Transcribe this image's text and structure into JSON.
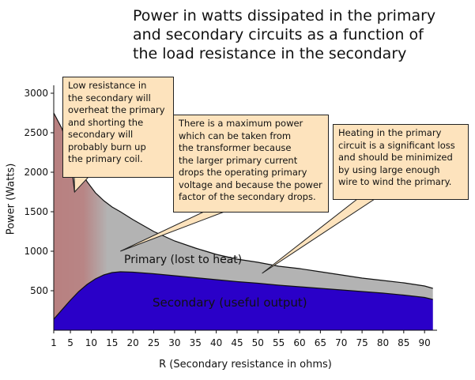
{
  "chart_data": {
    "type": "area",
    "title_lines": [
      "Power in watts dissipated in the primary",
      "and secondary circuits as a function of",
      "the load resistance in the secondary"
    ],
    "xlabel": "R (Secondary resistance in ohms)",
    "ylabel": "Power (Watts)",
    "xlim": [
      1,
      93
    ],
    "ylim": [
      0,
      3100
    ],
    "x_ticks": [
      1,
      5,
      10,
      15,
      20,
      25,
      30,
      35,
      40,
      45,
      50,
      55,
      60,
      65,
      70,
      75,
      80,
      85,
      90
    ],
    "y_ticks": [
      500,
      1000,
      1500,
      2000,
      2500,
      3000
    ],
    "series": [
      {
        "name": "Primary (lost to heat)",
        "color": "#b3b3b3",
        "x": [
          1,
          3,
          5,
          6,
          7,
          9,
          11,
          13,
          15,
          17,
          20,
          25,
          30,
          35,
          40,
          45,
          50,
          55,
          60,
          65,
          70,
          75,
          80,
          85,
          90,
          92
        ],
        "values": [
          2750,
          2550,
          2200,
          1750,
          2050,
          1880,
          1740,
          1640,
          1560,
          1500,
          1400,
          1250,
          1130,
          1040,
          960,
          900,
          860,
          810,
          780,
          740,
          700,
          660,
          630,
          600,
          560,
          530
        ]
      },
      {
        "name": "Secondary (useful output)",
        "color": "#2a00c8",
        "x": [
          1,
          3,
          5,
          7,
          9,
          11,
          13,
          15,
          17,
          20,
          25,
          30,
          35,
          40,
          45,
          50,
          55,
          60,
          65,
          70,
          75,
          80,
          85,
          90,
          92
        ],
        "values": [
          140,
          260,
          380,
          490,
          580,
          650,
          700,
          730,
          740,
          735,
          715,
          690,
          665,
          640,
          615,
          595,
          570,
          550,
          530,
          510,
          490,
          470,
          445,
          415,
          390
        ]
      }
    ],
    "low_resistance_shading": {
      "x_range": [
        1,
        14
      ],
      "color": "#b88080"
    },
    "annotations": [
      {
        "lines": [
          "Low resistance in",
          "the secondary will",
          "overheat the primary",
          "and shorting the",
          "secondary will",
          "probably burn up",
          "the primary coil."
        ],
        "target_x": 6,
        "target_y": 1750
      },
      {
        "lines": [
          "There is a maximum power",
          "which can be taken from",
          "the transformer because",
          "the larger primary current",
          "drops the operating primary",
          "voltage and because the power",
          "factor of the secondary drops."
        ],
        "target_x": 17,
        "target_y": 1000
      },
      {
        "lines": [
          "Heating in the primary",
          "circuit is a significant loss",
          "and should be minimized",
          "by using large enough",
          "wire to wind the primary."
        ],
        "target_x": 51,
        "target_y": 720
      }
    ]
  }
}
